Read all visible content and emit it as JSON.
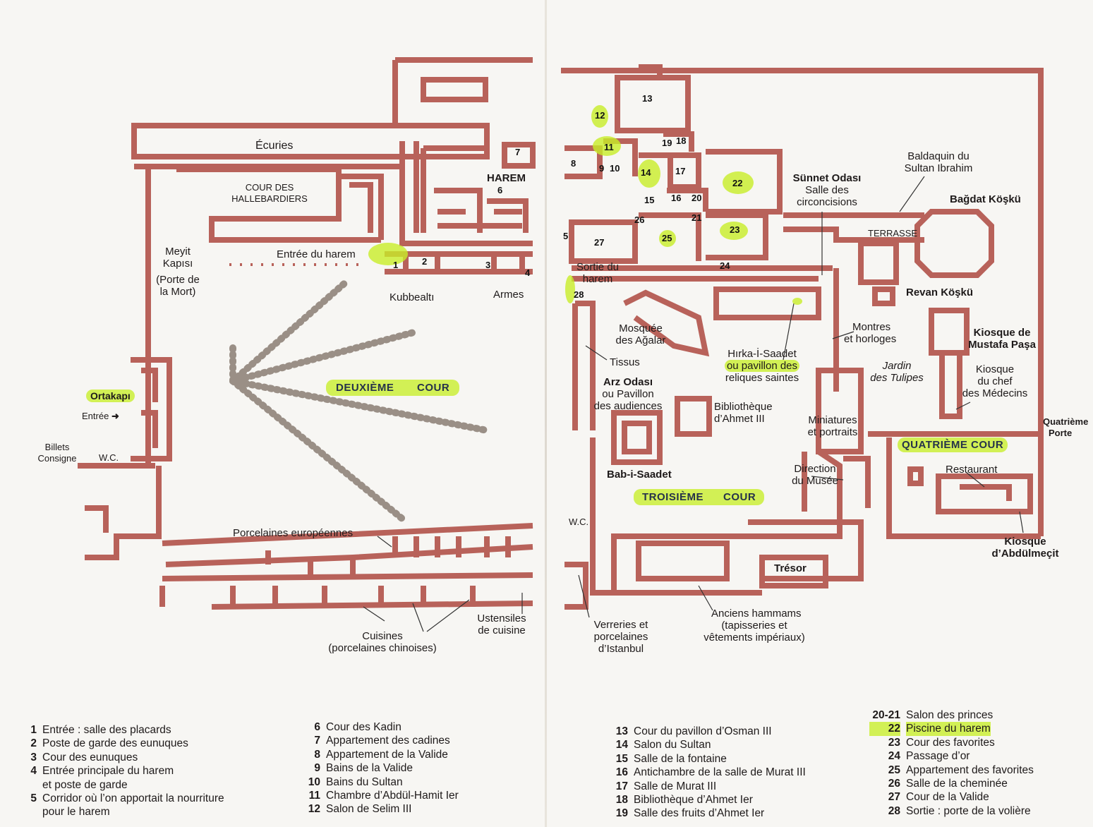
{
  "colors": {
    "wall": "#b8625a",
    "highlight": "#c8ee28",
    "text": "#1e1a1a",
    "paper": "#f7f6f3"
  },
  "labels": {
    "ecuries": "Écuries",
    "cour_hallebardiers_1": "COUR DES",
    "cour_hallebardiers_2": "HALLEBARDIERS",
    "harem": "HAREM",
    "entree_harem": "Entrée du harem",
    "meyit_1": "Meyit",
    "meyit_2": "Kapısı",
    "meyit_3": "(Porte de",
    "meyit_4": "la Mort)",
    "kubbealti": "Kubbealtı",
    "armes": "Armes",
    "ortakapi": "Ortakapı",
    "entree": "Entrée",
    "billets_1": "Billets",
    "billets_2": "Consigne",
    "wc_left": "W.C.",
    "deuxieme_cour_1": "DEUXIÈME",
    "deuxieme_cour_2": "COUR",
    "porcelaines_europeennes": "Porcelaines européennes",
    "cuisines_1": "Cuisines",
    "cuisines_2": "(porcelaines chinoises)",
    "ustensiles_1": "Ustensiles",
    "ustensiles_2": "de cuisine",
    "sortie_harem_1": "Sortie du",
    "sortie_harem_2": "harem",
    "mosquee_1": "Mosquée",
    "mosquee_2": "des Ağalar",
    "tissus": "Tissus",
    "arz_1": "Arz Odası",
    "arz_2": "ou Pavillon",
    "arz_3": "des audiences",
    "bibliotheque_1": "Bibliothèque",
    "bibliotheque_2": "d’Ahmet III",
    "hirka_1": "Hırka-İ-Saadet",
    "hirka_2": "ou pavillon des",
    "hirka_3": "reliques saintes",
    "sunnet_1": "Sünnet Odası",
    "sunnet_2": "Salle des",
    "sunnet_3": "circoncisions",
    "baldaquin_1": "Baldaquin du",
    "baldaquin_2": "Sultan Ibrahim",
    "bagdat": "Bağdat Köşkü",
    "terrasse": "TERRASSE",
    "revan": "Revan Köşkü",
    "montres_1": "Montres",
    "montres_2": "et horloges",
    "jardin_1": "Jardin",
    "jardin_2": "des Tulipes",
    "mustafa_1": "Kiosque de",
    "mustafa_2": "Mustafa Paşa",
    "medecins_1": "Kiosque",
    "medecins_2": "du chef",
    "medecins_3": "des Médecins",
    "quatrieme_porte_1": "Quatrième",
    "quatrieme_porte_2": "Porte",
    "miniatures_1": "Miniatures",
    "miniatures_2": "et portraits",
    "quatrieme_cour": "QUATRIÈME COUR",
    "restaurant": "Restaurant",
    "direction_1": "Direction",
    "direction_2": "du Musée",
    "bab": "Bab-i-Saadet",
    "troisieme_cour_1": "TROISIÈME",
    "troisieme_cour_2": "COUR",
    "wc_right": "W.C.",
    "abdulmecit_1": "Kiosque",
    "abdulmecit_2": "d’Abdülmeçit",
    "tresor": "Trésor",
    "hammams_1": "Anciens hammams",
    "hammams_2": "(tapisseries et",
    "hammams_3": "vêtements impériaux)",
    "verreries_1": "Verreries et",
    "verreries_2": "porcelaines",
    "verreries_3": "d’Istanbul"
  },
  "numbers": [
    "1",
    "2",
    "3",
    "4",
    "5",
    "6",
    "7",
    "8",
    "9",
    "10",
    "11",
    "12",
    "13",
    "14",
    "15",
    "16",
    "17",
    "18",
    "19",
    "20",
    "21",
    "22",
    "23",
    "24",
    "25",
    "26",
    "27",
    "28"
  ],
  "legend": {
    "col1": [
      {
        "n": "1",
        "text": "Entrée : salle des placards"
      },
      {
        "n": "2",
        "text": "Poste de garde des eunuques"
      },
      {
        "n": "3",
        "text": "Cour des eunuques"
      },
      {
        "n": "4",
        "text": "Entrée principale du harem"
      },
      {
        "n": "",
        "text": "et poste de garde"
      },
      {
        "n": "5",
        "text": "Corridor où l’on apportait la nourriture"
      },
      {
        "n": "",
        "text": "pour le harem"
      }
    ],
    "col2": [
      {
        "n": "6",
        "text": "Cour des Kadin"
      },
      {
        "n": "7",
        "text": "Appartement des cadines"
      },
      {
        "n": "8",
        "text": "Appartement de la Valide"
      },
      {
        "n": "9",
        "text": "Bains de la Valide"
      },
      {
        "n": "10",
        "text": "Bains du Sultan"
      },
      {
        "n": "11",
        "text": "Chambre d’Abdül-Hamit Ier"
      },
      {
        "n": "12",
        "text": "Salon de Selim III"
      }
    ],
    "col3": [
      {
        "n": "13",
        "text": "Cour du pavillon d’Osman III"
      },
      {
        "n": "14",
        "text": "Salon du Sultan"
      },
      {
        "n": "15",
        "text": "Salle de la fontaine"
      },
      {
        "n": "16",
        "text": "Antichambre de la salle de Murat III"
      },
      {
        "n": "17",
        "text": "Salle de Murat III"
      },
      {
        "n": "18",
        "text": "Bibliothèque d’Ahmet Ier"
      },
      {
        "n": "19",
        "text": "Salle des fruits d’Ahmet Ier"
      }
    ],
    "col4": [
      {
        "n": "20-21",
        "text": "Salon des princes"
      },
      {
        "n": "22",
        "text": "Piscine du harem"
      },
      {
        "n": "23",
        "text": "Cour des favorites"
      },
      {
        "n": "24",
        "text": "Passage d’or"
      },
      {
        "n": "25",
        "text": "Appartement des favorites"
      },
      {
        "n": "26",
        "text": "Salle de la cheminée"
      },
      {
        "n": "27",
        "text": "Cour de la Valide"
      },
      {
        "n": "28",
        "text": "Sortie : porte de la volière"
      }
    ]
  }
}
